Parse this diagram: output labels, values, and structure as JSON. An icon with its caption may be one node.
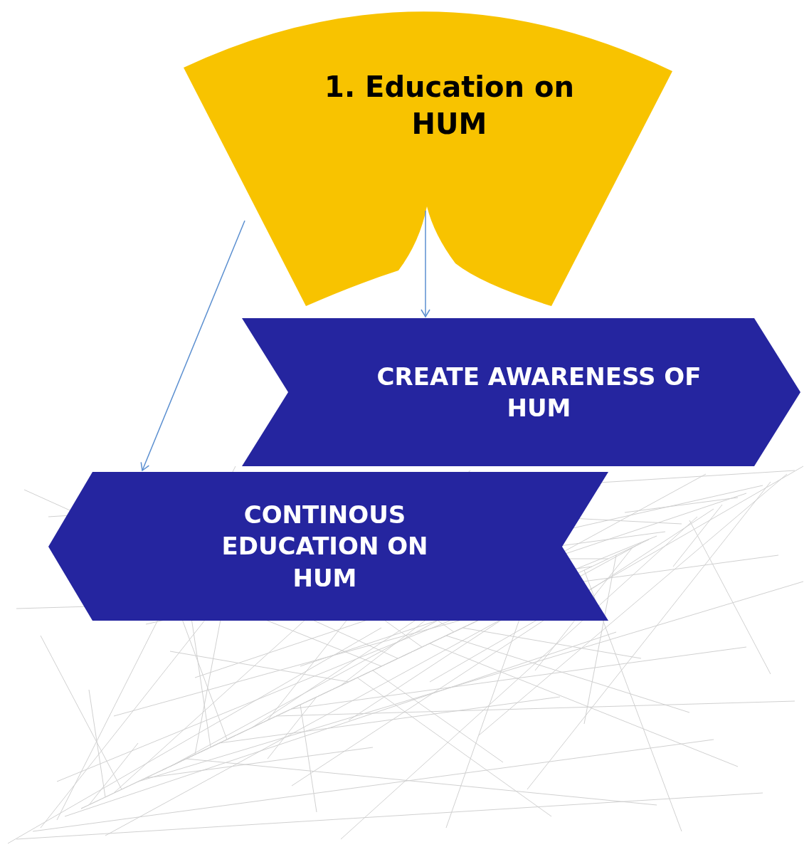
{
  "diagram": {
    "nodes": [
      {
        "text": [
          "1. Education on HUM"
        ]
      },
      {
        "text": [
          "CREATE AWARENESS OF HUM"
        ]
      },
      {
        "text": [
          "CONTINOUS EDUCATION ON HUM"
        ]
      }
    ],
    "edges": [
      {
        "from": 0,
        "to": 1,
        "arrow": "to"
      },
      {
        "from": 0,
        "to": 2,
        "arrow": "to"
      }
    ]
  }
}
